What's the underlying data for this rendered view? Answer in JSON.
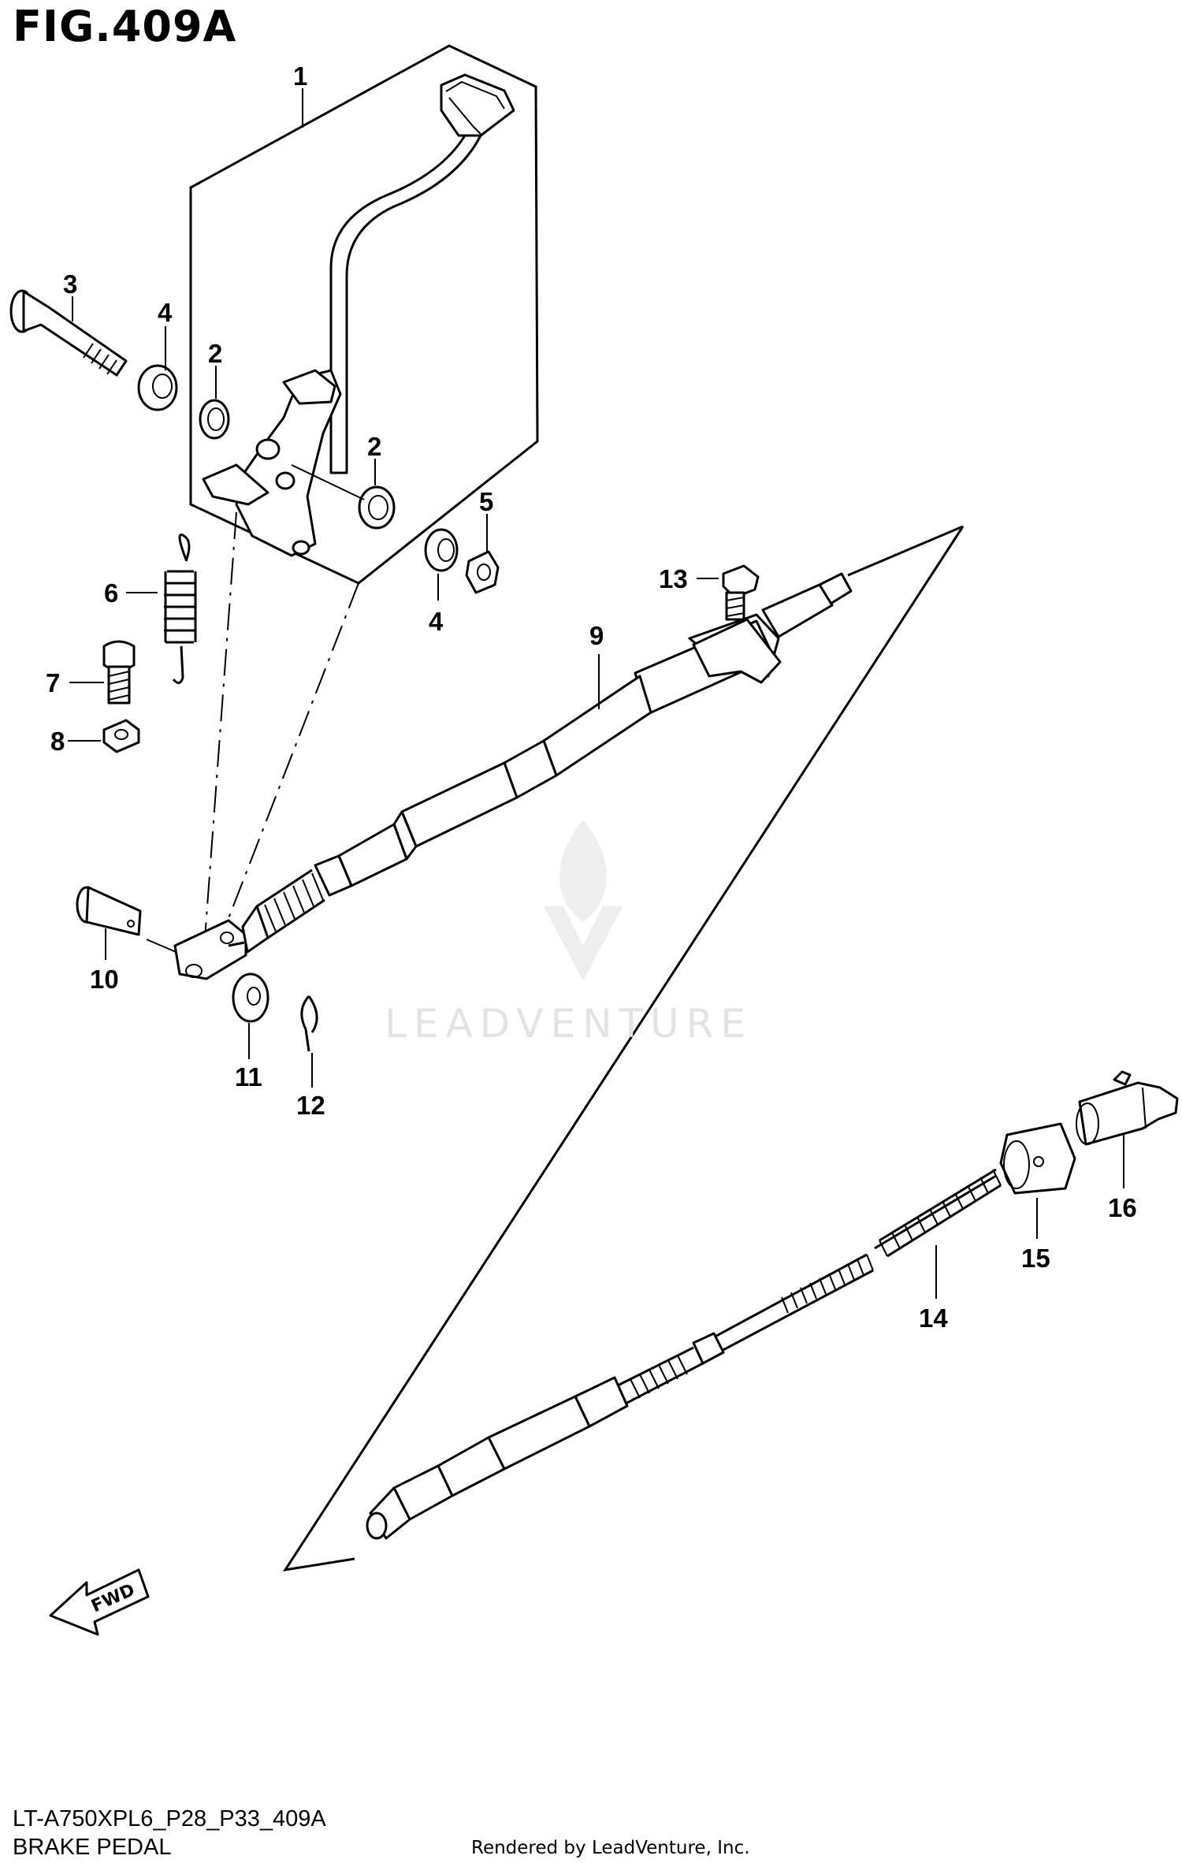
{
  "figure": {
    "title": "FIG.409A",
    "model_code": "LT-A750XPL6_P28_P33_409A",
    "section_name": "BRAKE PEDAL",
    "rendered_by": "Rendered by LeadVenture, Inc.",
    "watermark": "LEADVENTURE",
    "fwd_label": "FWD"
  },
  "callouts": [
    {
      "id": "callout-1",
      "label": "1"
    },
    {
      "id": "callout-2a",
      "label": "2"
    },
    {
      "id": "callout-2b",
      "label": "2"
    },
    {
      "id": "callout-3",
      "label": "3"
    },
    {
      "id": "callout-4a",
      "label": "4"
    },
    {
      "id": "callout-4b",
      "label": "4"
    },
    {
      "id": "callout-5",
      "label": "5"
    },
    {
      "id": "callout-6",
      "label": "6"
    },
    {
      "id": "callout-7",
      "label": "7"
    },
    {
      "id": "callout-8",
      "label": "8"
    },
    {
      "id": "callout-9",
      "label": "9"
    },
    {
      "id": "callout-10",
      "label": "10"
    },
    {
      "id": "callout-11",
      "label": "11"
    },
    {
      "id": "callout-12",
      "label": "12"
    },
    {
      "id": "callout-13",
      "label": "13"
    },
    {
      "id": "callout-14",
      "label": "14"
    },
    {
      "id": "callout-15",
      "label": "15"
    },
    {
      "id": "callout-16",
      "label": "16"
    }
  ],
  "icons": {
    "fwd_arrow": "fwd-arrow-icon",
    "watermark_logo": "leadventure-flame-logo-icon"
  }
}
